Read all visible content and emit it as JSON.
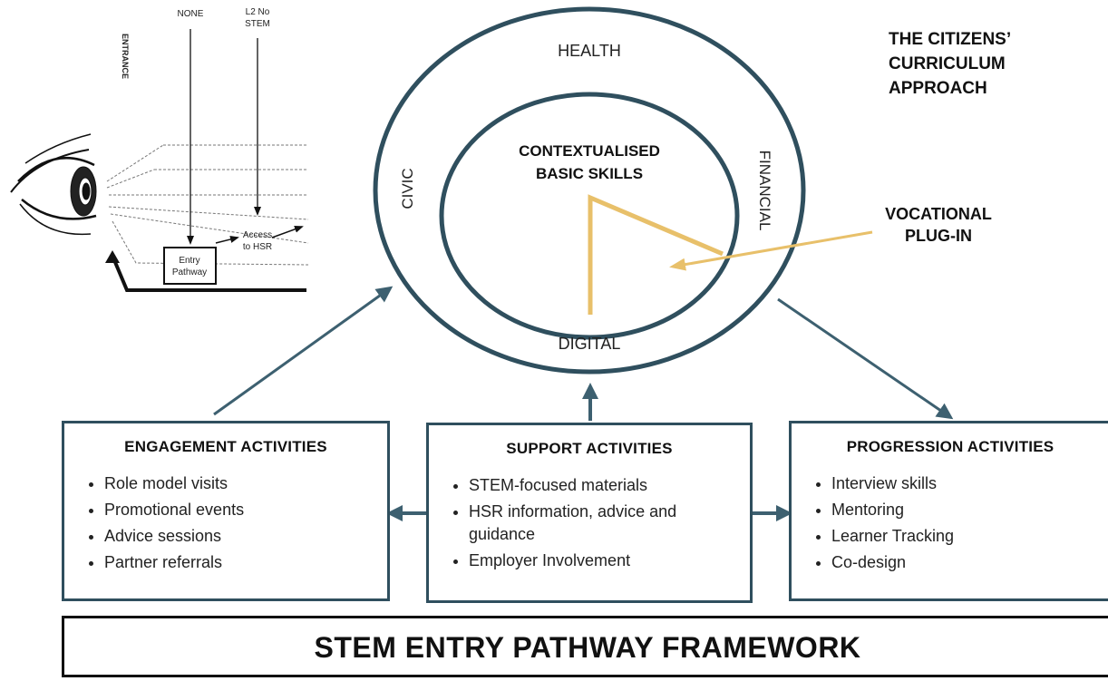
{
  "eye_sketch": {
    "label_none": "NONE",
    "label_l2_line1": "L2 No",
    "label_l2_line2": "STEM",
    "label_entrance": "ENTRANCE",
    "label_access_line1": "Access",
    "label_access_line2": "to HSR",
    "label_entry_line1": "Entry",
    "label_entry_line2": "Pathway"
  },
  "ring": {
    "top": "HEALTH",
    "left": "CIVIC",
    "right": "FINANCIAL",
    "bottom": "DIGITAL",
    "center_line1": "CONTEXTUALISED",
    "center_line2": "BASIC SKILLS"
  },
  "corner_title": {
    "line1": "THE CITIZENS’",
    "line2": "CURRICULUM",
    "line3": "APPROACH"
  },
  "vocational": {
    "line1": "VOCATIONAL",
    "line2": "PLUG-IN"
  },
  "boxes": {
    "engagement": {
      "title": "ENGAGEMENT ACTIVITIES",
      "items": [
        "Role model visits",
        "Promotional events",
        "Advice sessions",
        "Partner referrals"
      ]
    },
    "support": {
      "title": "SUPPORT ACTIVITIES",
      "items": [
        "STEM-focused materials",
        "HSR information, advice and guidance",
        "Employer Involvement"
      ]
    },
    "progression": {
      "title": "PROGRESSION ACTIVITIES",
      "items": [
        "Interview skills",
        "Mentoring",
        "Learner Tracking",
        "Co-design"
      ]
    }
  },
  "footer": {
    "title": "STEM ENTRY PATHWAY FRAMEWORK"
  },
  "colors": {
    "ring": "#2f4f5e",
    "arrow": "#3d6070",
    "vocational": "#e8c06a",
    "text": "#111111"
  }
}
